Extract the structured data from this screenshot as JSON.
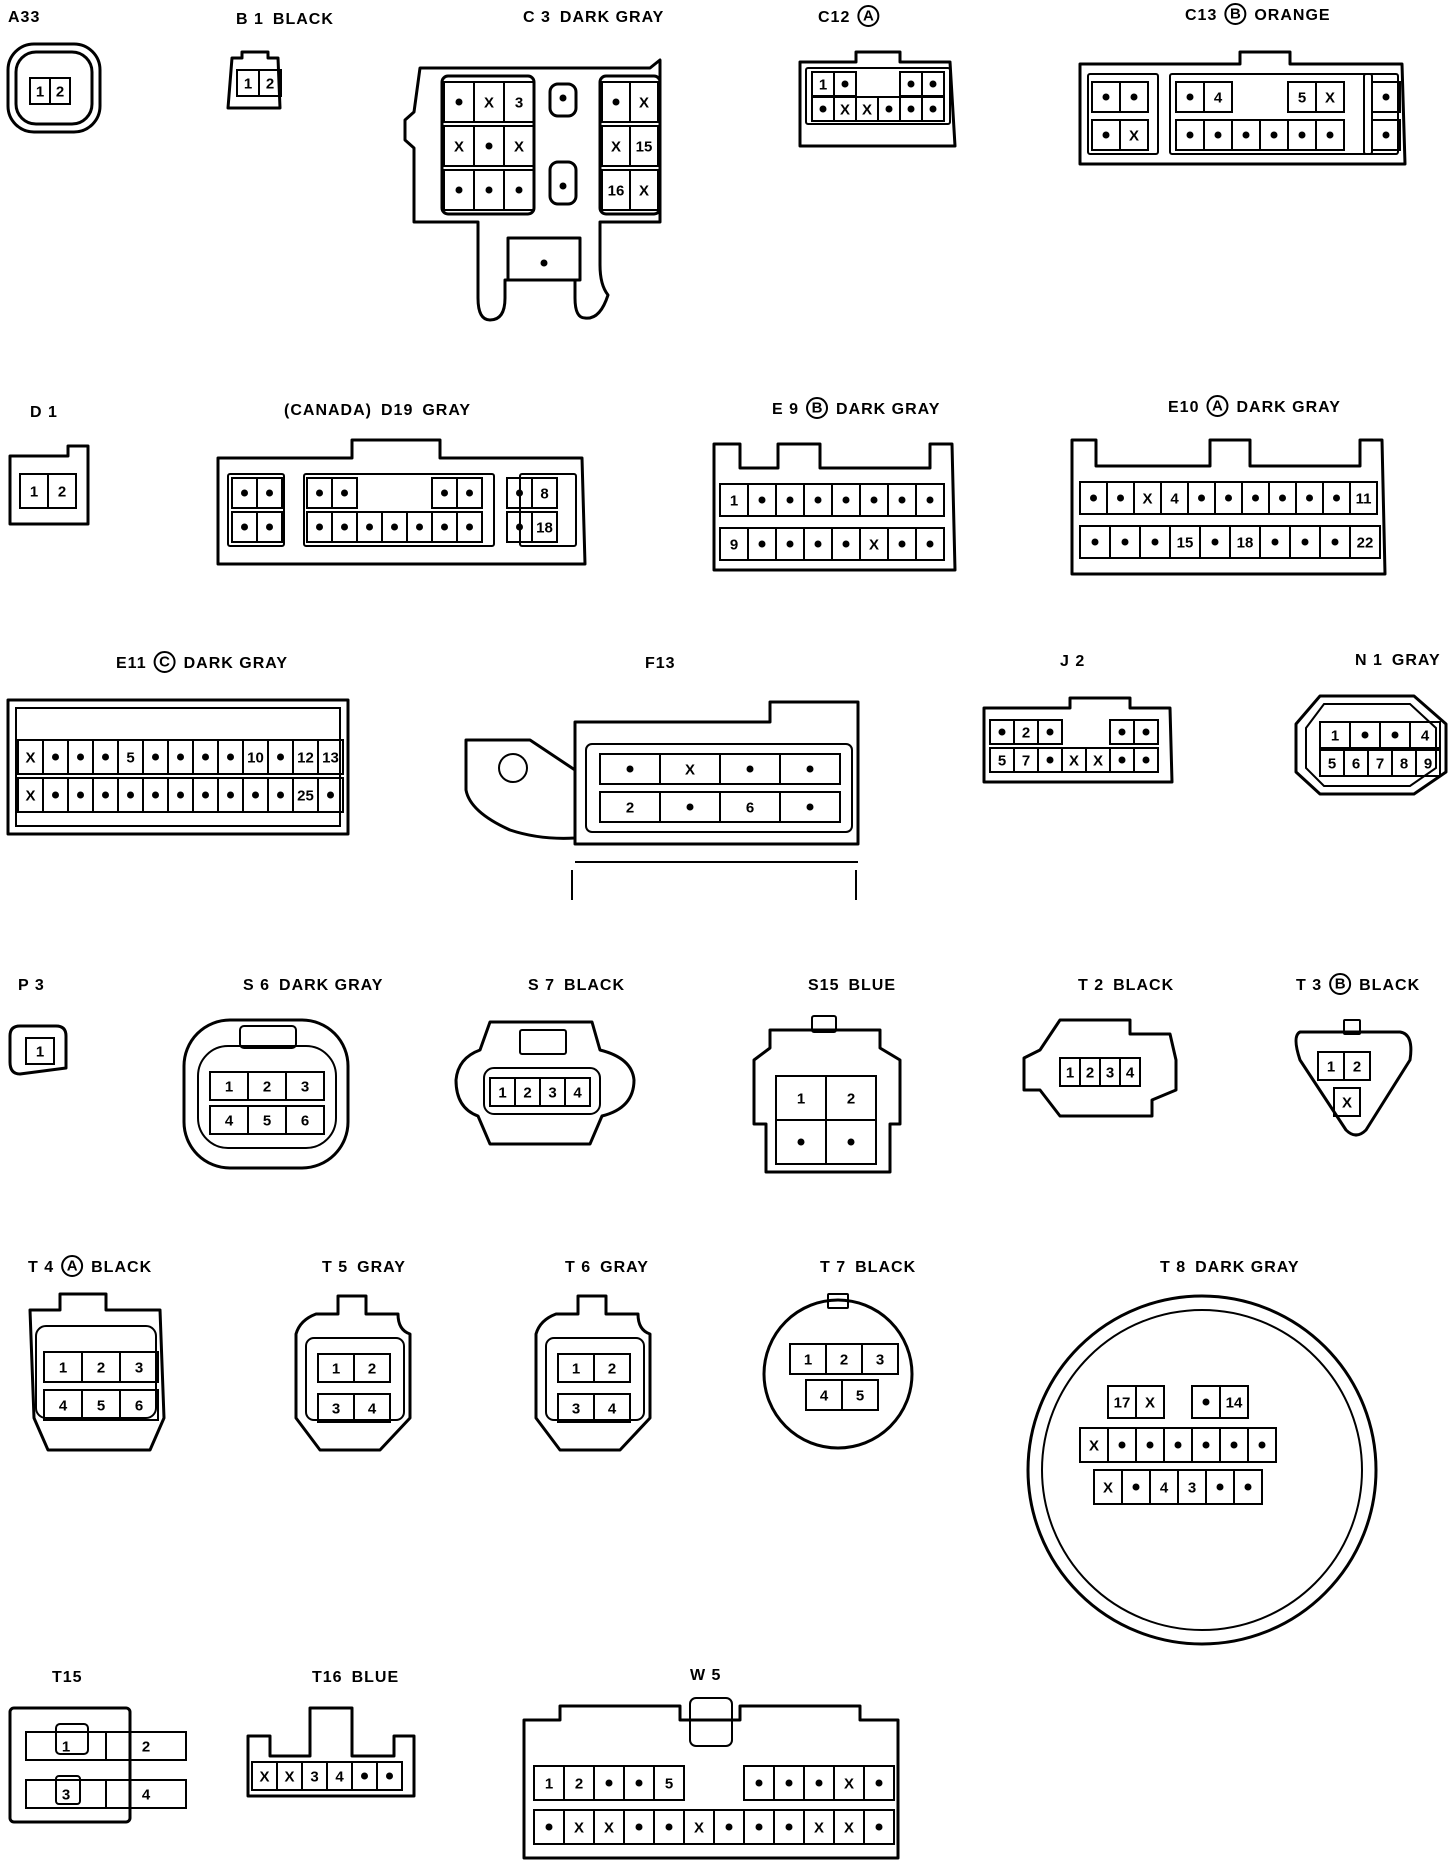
{
  "connectors": [
    {
      "id": "A33",
      "code": "A33",
      "marker": "",
      "color": "",
      "rows": [
        [
          "1",
          "2"
        ]
      ]
    },
    {
      "id": "B1",
      "code": "B 1",
      "marker": "",
      "color": "BLACK",
      "rows": [
        [
          "1",
          "2"
        ]
      ]
    },
    {
      "id": "C3",
      "code": "C 3",
      "marker": "",
      "color": "DARK GRAY",
      "rows": [
        [
          "•",
          "X",
          "3",
          "",
          "•",
          "",
          "•",
          "X"
        ],
        [
          "X",
          "•",
          "X",
          "",
          "",
          "",
          "X",
          "15"
        ],
        [
          "•",
          "•",
          "•",
          "",
          "•",
          "",
          "16",
          "X"
        ]
      ]
    },
    {
      "id": "C12",
      "code": "C12",
      "marker": "A",
      "color": "",
      "rows": [
        [
          "1",
          "•",
          "",
          "",
          "•",
          "•"
        ],
        [
          "•",
          "X",
          "X",
          "•",
          "•",
          "•"
        ]
      ]
    },
    {
      "id": "C13",
      "code": "C13",
      "marker": "B",
      "color": "ORANGE",
      "rows": [
        [
          "•",
          "•",
          "",
          "•",
          "4",
          "",
          "",
          "5",
          "X",
          "",
          "•"
        ],
        [
          "•",
          "X",
          "",
          "•",
          "•",
          "•",
          "•",
          "•",
          "•",
          "",
          "•"
        ]
      ]
    },
    {
      "id": "D1",
      "code": "D 1",
      "marker": "",
      "color": "",
      "rows": [
        [
          "1",
          "2"
        ]
      ]
    },
    {
      "id": "D19",
      "code": "D19",
      "marker": "",
      "color": "GRAY",
      "prefix": "(CANADA)",
      "rows": [
        [
          "•",
          "•",
          "",
          "•",
          "•",
          "",
          "",
          "",
          "•",
          "•",
          "",
          "•",
          "8"
        ],
        [
          "•",
          "•",
          "",
          "•",
          "•",
          "•",
          "•",
          "•",
          "•",
          "•",
          "",
          "•",
          "18"
        ]
      ]
    },
    {
      "id": "E9",
      "code": "E 9",
      "marker": "B",
      "color": "DARK GRAY",
      "rows": [
        [
          "1",
          "•",
          "•",
          "•",
          "•",
          "•",
          "•",
          "•"
        ],
        [
          "9",
          "•",
          "•",
          "•",
          "•",
          "X",
          "•",
          "•"
        ]
      ]
    },
    {
      "id": "E10",
      "code": "E10",
      "marker": "A",
      "color": "DARK GRAY",
      "rows": [
        [
          "•",
          "•",
          "X",
          "4",
          "•",
          "•",
          "•",
          "•",
          "•",
          "•",
          "11"
        ],
        [
          "•",
          "•",
          "•",
          "15",
          "•",
          "18",
          "•",
          "•",
          "•",
          "22"
        ]
      ]
    },
    {
      "id": "E11",
      "code": "E11",
      "marker": "C",
      "color": "DARK GRAY",
      "rows": [
        [
          "X",
          "•",
          "•",
          "•",
          "5",
          "•",
          "•",
          "•",
          "•",
          "10",
          "•",
          "12",
          "13"
        ],
        [
          "X",
          "•",
          "•",
          "•",
          "•",
          "•",
          "•",
          "•",
          "•",
          "•",
          "•",
          "25",
          "•"
        ]
      ]
    },
    {
      "id": "F13",
      "code": "F13",
      "marker": "",
      "color": "",
      "rows": [
        [
          "•",
          "X",
          "•",
          "•"
        ],
        [
          "2",
          "•",
          "6",
          "•"
        ]
      ]
    },
    {
      "id": "J2",
      "code": "J 2",
      "marker": "",
      "color": "",
      "rows": [
        [
          "•",
          "2",
          "•",
          "",
          "",
          "•",
          "•"
        ],
        [
          "5",
          "7",
          "•",
          "X",
          "X",
          "•",
          "•"
        ]
      ]
    },
    {
      "id": "N1",
      "code": "N 1",
      "marker": "",
      "color": "GRAY",
      "rows": [
        [
          "1",
          "•",
          "•",
          "4"
        ],
        [
          "5",
          "6",
          "7",
          "8",
          "9"
        ]
      ]
    },
    {
      "id": "P3",
      "code": "P 3",
      "marker": "",
      "color": "",
      "rows": [
        [
          "1"
        ]
      ]
    },
    {
      "id": "S6",
      "code": "S 6",
      "marker": "",
      "color": "DARK GRAY",
      "rows": [
        [
          "1",
          "2",
          "3"
        ],
        [
          "4",
          "5",
          "6"
        ]
      ]
    },
    {
      "id": "S7",
      "code": "S 7",
      "marker": "",
      "color": "BLACK",
      "rows": [
        [
          "1",
          "2",
          "3",
          "4"
        ]
      ]
    },
    {
      "id": "S15",
      "code": "S15",
      "marker": "",
      "color": "BLUE",
      "rows": [
        [
          "1",
          "2"
        ],
        [
          "•",
          "•"
        ]
      ]
    },
    {
      "id": "T2",
      "code": "T 2",
      "marker": "",
      "color": "BLACK",
      "rows": [
        [
          "1",
          "2",
          "3",
          "4"
        ]
      ]
    },
    {
      "id": "T3",
      "code": "T 3",
      "marker": "B",
      "color": "BLACK",
      "rows": [
        [
          "1",
          "2"
        ],
        [
          "X"
        ]
      ]
    },
    {
      "id": "T4",
      "code": "T 4",
      "marker": "A",
      "color": "BLACK",
      "rows": [
        [
          "1",
          "2",
          "3"
        ],
        [
          "4",
          "5",
          "6"
        ]
      ]
    },
    {
      "id": "T5",
      "code": "T 5",
      "marker": "",
      "color": "GRAY",
      "rows": [
        [
          "1",
          "2"
        ],
        [
          "3",
          "4"
        ]
      ]
    },
    {
      "id": "T6",
      "code": "T 6",
      "marker": "",
      "color": "GRAY",
      "rows": [
        [
          "1",
          "2"
        ],
        [
          "3",
          "4"
        ]
      ]
    },
    {
      "id": "T7",
      "code": "T 7",
      "marker": "",
      "color": "BLACK",
      "rows": [
        [
          "1",
          "2",
          "3"
        ],
        [
          "4",
          "5"
        ]
      ]
    },
    {
      "id": "T8",
      "code": "T 8",
      "marker": "",
      "color": "DARK GRAY",
      "rows": [
        [
          "17",
          "X",
          "",
          "•",
          "14"
        ],
        [
          "X",
          "•",
          "•",
          "•",
          "•",
          "•",
          "•"
        ],
        [
          "X",
          "•",
          "4",
          "3",
          "•",
          "•"
        ]
      ]
    },
    {
      "id": "T15",
      "code": "T15",
      "marker": "",
      "color": "",
      "rows": [
        [
          "1",
          "2"
        ],
        [
          "3",
          "4"
        ]
      ]
    },
    {
      "id": "T16",
      "code": "T16",
      "marker": "",
      "color": "BLUE",
      "rows": [
        [
          "X",
          "X",
          "3",
          "4",
          "•",
          "•"
        ]
      ]
    },
    {
      "id": "W5",
      "code": "W 5",
      "marker": "",
      "color": "",
      "rows": [
        [
          "1",
          "2",
          "•",
          "•",
          "5",
          "",
          "",
          "•",
          "•",
          "•",
          "X",
          "•"
        ],
        [
          "•",
          "X",
          "X",
          "•",
          "•",
          "X",
          "•",
          "•",
          "•",
          "X",
          "X",
          "•"
        ]
      ]
    }
  ]
}
